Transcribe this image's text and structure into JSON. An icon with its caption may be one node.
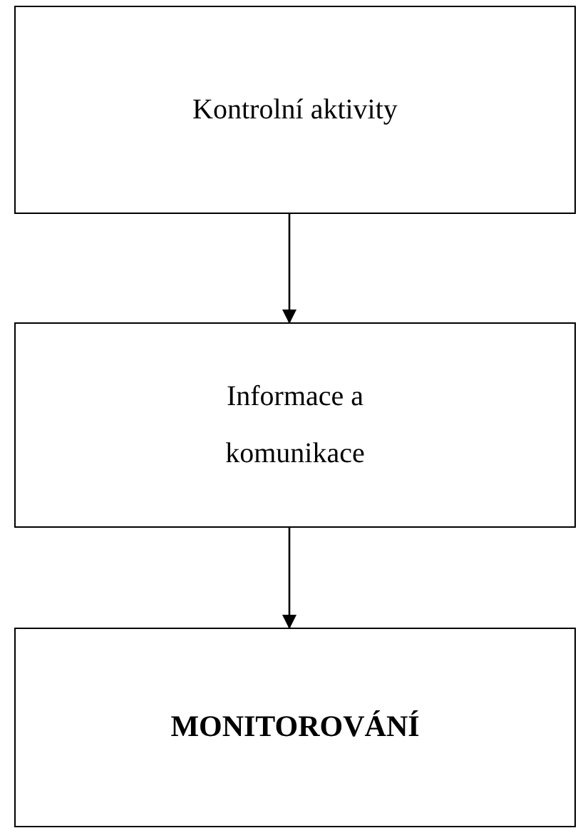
{
  "diagram": {
    "nodes": [
      {
        "text": [
          "Kontrolní aktivity"
        ]
      },
      {
        "text": [
          "Informace a komunikace"
        ]
      },
      {
        "text": [
          "MONITOROVÁNÍ"
        ]
      }
    ],
    "edges": [
      {
        "from": 0,
        "to": 1,
        "arrow": "to"
      },
      {
        "from": 1,
        "to": 2,
        "arrow": "to"
      }
    ]
  }
}
